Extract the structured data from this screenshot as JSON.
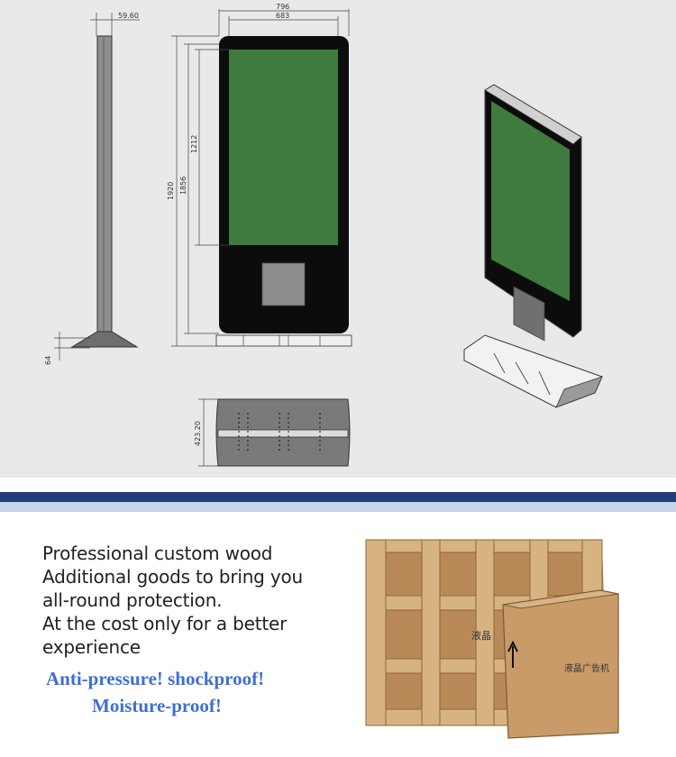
{
  "drawing": {
    "dim_side_width": "59.60",
    "dim_overall_width": "796",
    "dim_screen_width": "683",
    "dim_screen_height": "1212",
    "dim_body_height": "1856",
    "dim_total_height": "1920",
    "dim_base_height": "64",
    "dim_base_depth": "423.20",
    "colors": {
      "screen": "#3f7a3f",
      "frame": "#0c0c0c",
      "panel_bg": "#e9e9e9"
    }
  },
  "packaging": {
    "lines": [
      "Professional custom wood",
      "Additional goods to bring you",
      "all-round protection.",
      "At the cost only for a better",
      "experience"
    ],
    "highlight_1": "Anti-pressure! shockproof!",
    "highlight_2": "Moisture-proof!",
    "crate_label": "液晶",
    "box_label": "液晶广告机",
    "colors": {
      "highlight": "#3f6fd0",
      "divider_dark": "#1e3f7a",
      "divider_light": "#c8d4ea"
    }
  }
}
